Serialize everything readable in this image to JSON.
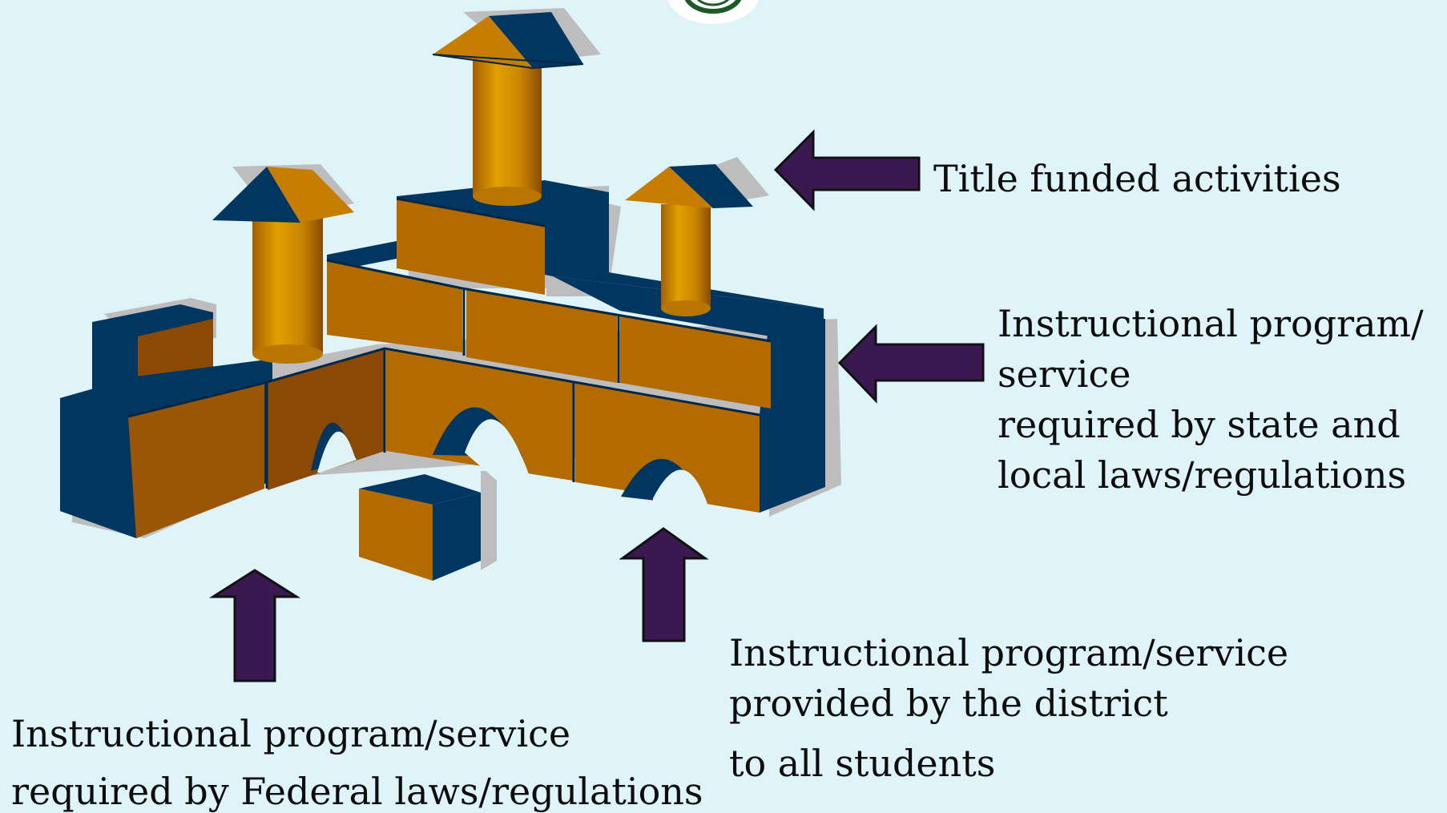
{
  "colors": {
    "background": "#dff4f8",
    "block_orange": "#b36b00",
    "block_orange_dark": "#8a4a05",
    "block_navy": "#003660",
    "shadow": "#bdbdbd",
    "arrow_purple": "#3a1850",
    "cylinder_gold": "#d18f00"
  },
  "icons": {
    "top_logo": "seal-icon",
    "arrows": [
      "arrow-left-icon",
      "arrow-left-icon",
      "arrow-up-icon",
      "arrow-up-icon"
    ]
  },
  "labels": {
    "title_funded": "Title funded activities",
    "state_local": [
      "Instructional program/",
      "service",
      "required by state and",
      "local laws/regulations"
    ],
    "district": [
      "Instructional program/service",
      "provided by the district",
      "to all students"
    ],
    "federal": [
      "Instructional program/service",
      "required by Federal laws/regulations"
    ]
  }
}
